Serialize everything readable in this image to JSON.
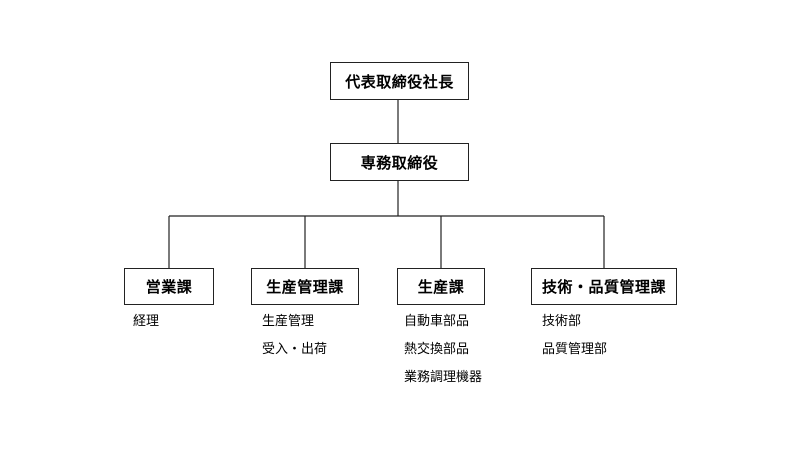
{
  "org_chart": {
    "ceo": "代表取締役社長",
    "executive": "専務取締役",
    "departments": [
      {
        "name": "営業課",
        "items": [
          "経理"
        ]
      },
      {
        "name": "生産管理課",
        "items": [
          "生産管理",
          "受入・出荷"
        ]
      },
      {
        "name": "生産課",
        "items": [
          "自動車部品",
          "熱交換部品",
          "業務調理機器"
        ]
      },
      {
        "name": "技術・品質管理課",
        "items": [
          "技術部",
          "品質管理部"
        ]
      }
    ]
  }
}
